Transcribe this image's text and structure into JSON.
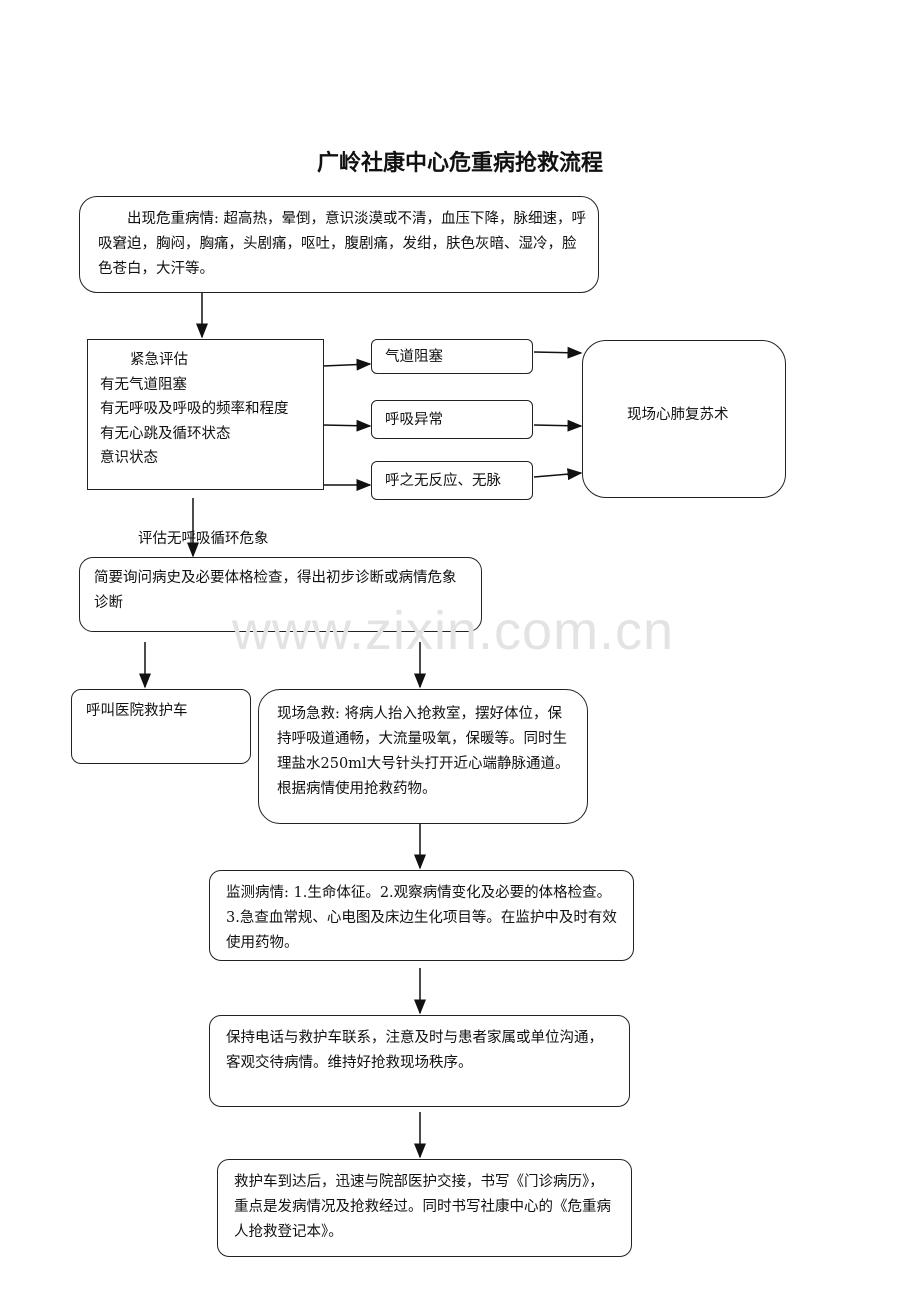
{
  "title": "广岭社康中心危重病抢救流程",
  "watermark": "www.zixin.com.cn",
  "boxes": {
    "symptoms": "出现危重病情: 超高热，晕倒，意识淡漠或不清，血压下降，脉细速，呼吸窘迫，胸闷，胸痛，头剧痛，呕吐，腹剧痛，发绀，肤色灰暗、湿冷，脸色苍白，大汗等。",
    "assessment": [
      "紧急评估",
      "有无气道阻塞",
      "有无呼吸及呼吸的频率和程度",
      "有无心跳及循环状态",
      "意识状态"
    ],
    "airway": "气道阻塞",
    "breathing": "呼吸异常",
    "no_response": "呼之无反应、无脉",
    "cpr": "现场心肺复苏术",
    "no_crisis_label": "评估无呼吸循环危象",
    "history": "简要询问病史及必要体格检查，得出初步诊断或病情危象诊断",
    "call_ambulance": "呼叫医院救护车",
    "onsite": "现场急救: 将病人抬入抢救室，摆好体位，保持呼吸道通畅，大流量吸氧，保暖等。同时生理盐水250ml大号针头打开近心端静脉通道。根据病情使用抢救药物。",
    "monitor": "监测病情: 1.生命体征。2.观察病情变化及必要的体格检查。3.急查血常规、心电图及床边生化项目等。在监护中及时有效使用药物。",
    "contact": "保持电话与救护车联系，注意及时与患者家属或单位沟通，客观交待病情。维持好抢救现场秩序。",
    "handover": "救护车到达后，迅速与院部医护交接，书写《门诊病历》，重点是发病情况及抢救经过。同时书写社康中心的《危重病人抢救登记本》。"
  }
}
